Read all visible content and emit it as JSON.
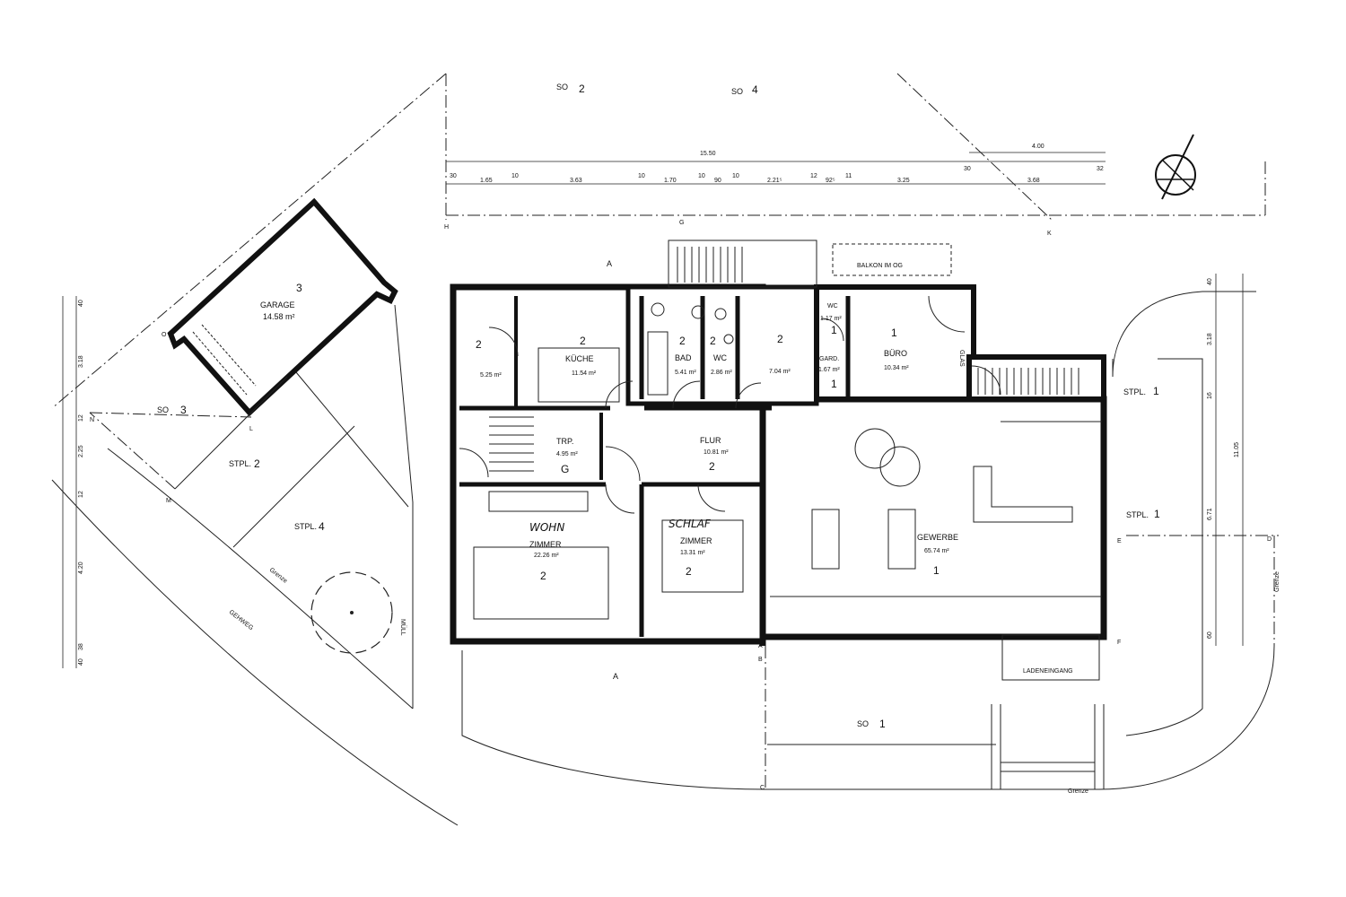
{
  "labels": {
    "so2": "SO",
    "so4": "SO",
    "so3": "SO",
    "so1": "SO",
    "garage": "GARAGE",
    "garage_area": "14.58 m²",
    "kueche": "KÜCHE",
    "kueche_area": "11.54 m²",
    "raum_5": "5.25 m²",
    "bad": "BAD",
    "bad_area": "5.41 m²",
    "wc1": "WC",
    "wc1_area": "2.86 m²",
    "raum_7": "7.04 m²",
    "wc2": "WC",
    "wc2_area": "1.17 m²",
    "gard": "GARD.",
    "gard_area": "1.67 m²",
    "buero": "BÜRO",
    "buero_area": "10.34 m²",
    "balkon": "BALKON IM OG",
    "glas": "GLAS",
    "trp": "TRP.",
    "trp_area": "4.95 m²",
    "flur": "FLUR",
    "flur_area": "10.81 m²",
    "wohn_hand": "WOHN",
    "wohn": "ZIMMER",
    "wohn_area": "22.26 m²",
    "schlaf_hand": "SCHLAF",
    "schlaf": "ZIMMER",
    "schlaf_area": "13.31 m²",
    "gewerbe": "GEWERBE",
    "gewerbe_area": "65.74 m²",
    "stpl": "STPL.",
    "ladeneingang": "LADENEINGANG",
    "gehweg": "GEHWEG",
    "grenze": "Grenze",
    "muell": "MÜLL",
    "section_a": "A"
  },
  "circle_numbers": {
    "so2": "2",
    "so4": "4",
    "so3": "3",
    "so1": "1",
    "garage": "3",
    "raum_5": "2",
    "kueche": "2",
    "bad": "2",
    "wc1": "2",
    "raum_7": "2",
    "wc2": "1",
    "gard": "1",
    "buero": "1",
    "trp": "G",
    "flur": "2",
    "wohn": "2",
    "schlaf": "2",
    "gewerbe": "1",
    "stpl_left2": "2",
    "stpl_left4": "4",
    "stpl_r1": "1",
    "stpl_r2": "1"
  },
  "points": [
    "H",
    "G",
    "K",
    "O",
    "N",
    "L",
    "M",
    "A",
    "B",
    "C",
    "E",
    "D",
    "F"
  ],
  "dimensions_top": {
    "total": "15.50",
    "right_total": "4.00",
    "d1": "30",
    "d2": "1.65",
    "d3": "10",
    "d4": "3.63",
    "d5": "10",
    "d6": "1.70",
    "d7": "10",
    "d8": "90",
    "d9": "10",
    "d10": "2.21⁵",
    "d11": "12",
    "d12": "92⁵",
    "d13": "11",
    "d14": "3.25",
    "d15": "30",
    "d16": "3.68",
    "d17": "32"
  },
  "dimensions_left": {
    "l1": "40",
    "l2": "3.18",
    "l3": "12",
    "l4": "2.25",
    "l5": "12",
    "l6": "4.20",
    "l7": "38",
    "l8": "40"
  },
  "dimensions_right": {
    "r1": "40",
    "r2": "3.18",
    "r3": "16",
    "r4": "6.71",
    "r5": "60",
    "r_total": "11.05"
  }
}
